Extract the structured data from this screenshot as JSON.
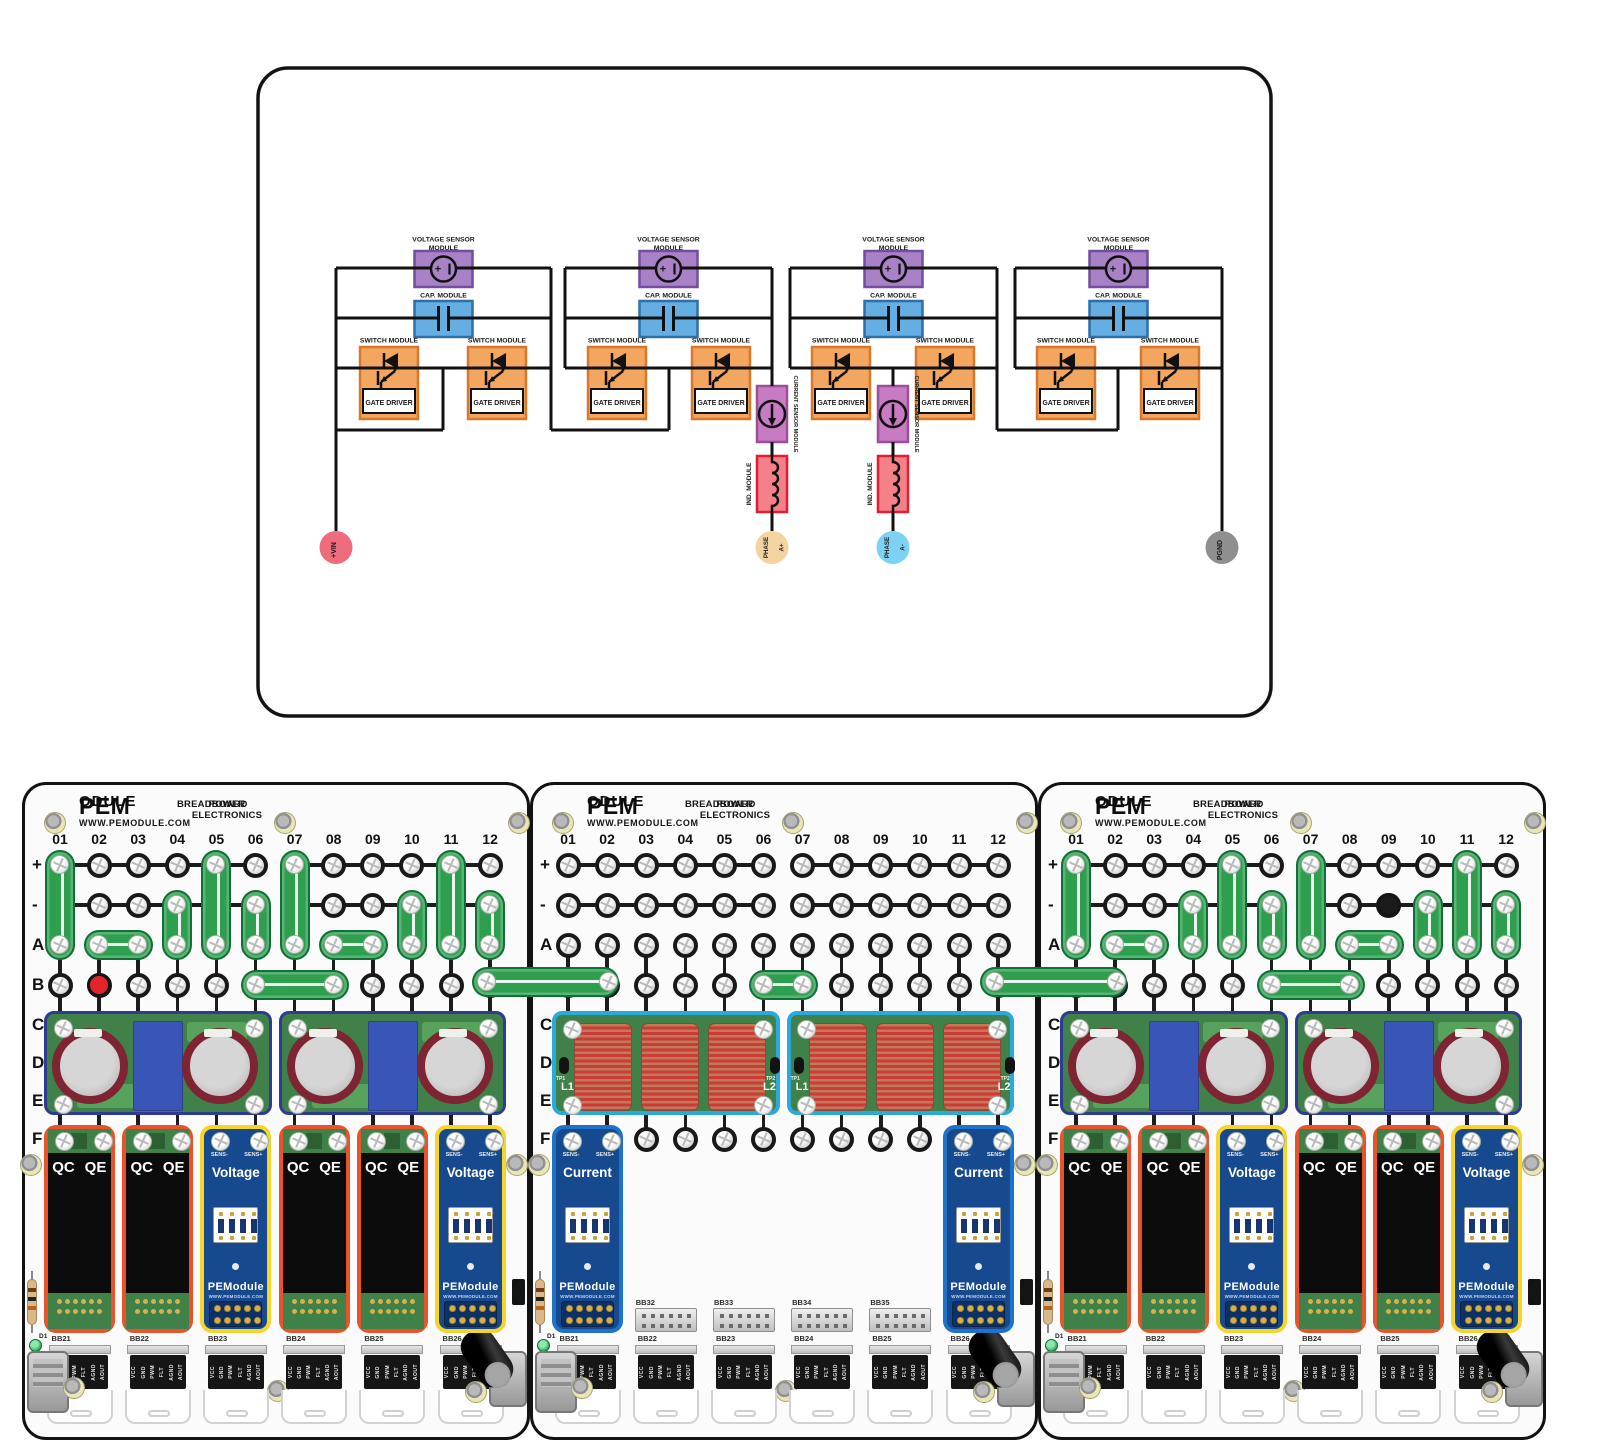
{
  "schematic": {
    "labels": {
      "voltage_sensor_line1": "VOLTAGE SENSOR",
      "voltage_sensor_line2": "MODULE",
      "cap": "CAP. MODULE",
      "switch": "SWITCH MODULE",
      "gate_driver": "GATE DRIVER",
      "current_sensor": "CURRENT SENSOR MODULE",
      "inductor": "IND. MODULE"
    },
    "terminals": [
      {
        "id": "vin",
        "label": "+VIN",
        "color": "#EF6C7C"
      },
      {
        "id": "phase-a-plus",
        "label": "PHASE A+",
        "line1": "PHASE",
        "line2": "A+",
        "color": "#F4D3A3"
      },
      {
        "id": "phase-a-minus",
        "label": "PHASE A-",
        "line1": "PHASE",
        "line2": "A-",
        "color": "#7DD2F3"
      },
      {
        "id": "pgnd",
        "label": "PGND",
        "color": "#8F8F8F"
      }
    ],
    "colors": {
      "voltage_fill": "#A981C6",
      "voltage_stroke": "#6F4F9E",
      "cap_fill": "#64AEE4",
      "cap_stroke": "#2F6FA8",
      "switch_fill": "#F3A660",
      "switch_stroke": "#D8782A",
      "sensor_fill": "#C77BC2",
      "sensor_stroke": "#9C4F98",
      "inductor_fill": "#F4808A",
      "inductor_stroke": "#E31E33",
      "wire": "#111111"
    }
  },
  "breadboard": {
    "header": {
      "logo_main": "PEM",
      "logo_sub": "ODULE",
      "url": "WWW.PEMODULE.COM",
      "heading_line1": "POWER ELECTRONICS",
      "heading_line2": "BREADBOARD"
    },
    "columns": [
      "01",
      "02",
      "03",
      "04",
      "05",
      "06",
      "07",
      "08",
      "09",
      "10",
      "11",
      "12"
    ],
    "rows": [
      "+",
      "-",
      "A",
      "B",
      "C",
      "D",
      "E",
      "F"
    ],
    "module_text": {
      "qc": "QC",
      "qe": "QE",
      "voltage": "Voltage",
      "current": "Current",
      "sens_minus": "SENS-",
      "sens_plus": "SENS+",
      "logo_main": "PEM",
      "logo_sub": "ODULE",
      "url": "WWW.PEMODULE.COM",
      "l1": "L1",
      "l2": "L2",
      "tp1": "TP1",
      "tp2": "TP2"
    },
    "pin_labels": [
      "VCC",
      "GND",
      "PWM",
      "FLT",
      "AGND",
      "AOUT"
    ],
    "diode_label": "D1",
    "colors": {
      "jumper": "#2E9E4F",
      "jumper_border": "#117038"
    },
    "boards": [
      {
        "id": "board-left",
        "bank_type": "cap",
        "f_modules": [
          "switch",
          "switch",
          "voltage",
          "switch",
          "switch",
          "voltage"
        ],
        "jumpers": [
          [
            "+",
            1,
            "A",
            1
          ],
          [
            "A",
            2,
            "A",
            3
          ],
          [
            "-",
            4,
            "A",
            4
          ],
          [
            "+",
            5,
            "A",
            5
          ],
          [
            "-",
            6,
            "A",
            6
          ],
          [
            "+",
            7,
            "A",
            7
          ],
          [
            "A",
            8,
            "A",
            9
          ],
          [
            "-",
            10,
            "A",
            10
          ],
          [
            "+",
            11,
            "A",
            11
          ],
          [
            "-",
            12,
            "A",
            12
          ],
          [
            "B",
            6,
            "B",
            8
          ]
        ],
        "plugs": [
          {
            "row": "B",
            "col": 2,
            "color": "#E3242B"
          }
        ],
        "connector_labels": [
          "BB21",
          "BB22",
          "BB23",
          "BB24",
          "BB25",
          "BB26"
        ],
        "socket_labels": []
      },
      {
        "id": "board-middle",
        "bank_type": "inductor",
        "f_modules": [
          "current",
          null,
          null,
          null,
          null,
          "current"
        ],
        "jumpers": [
          [
            "B",
            6,
            "B",
            7
          ]
        ],
        "plugs": [],
        "connector_labels": [
          "BB21",
          "BB22",
          "BB23",
          "BB24",
          "BB25",
          "BB26"
        ],
        "socket_labels": [
          "BB32",
          "BB33",
          "BB34",
          "BB35"
        ]
      },
      {
        "id": "board-right",
        "bank_type": "cap",
        "f_modules": [
          "switch",
          "switch",
          "voltage",
          "switch",
          "switch",
          "voltage"
        ],
        "jumpers": [
          [
            "+",
            1,
            "A",
            1
          ],
          [
            "A",
            2,
            "A",
            3
          ],
          [
            "-",
            4,
            "A",
            4
          ],
          [
            "+",
            5,
            "A",
            5
          ],
          [
            "-",
            6,
            "A",
            6
          ],
          [
            "+",
            7,
            "A",
            7
          ],
          [
            "A",
            8,
            "A",
            9
          ],
          [
            "-",
            10,
            "A",
            10
          ],
          [
            "+",
            11,
            "A",
            11
          ],
          [
            "-",
            12,
            "A",
            12
          ],
          [
            "B",
            6,
            "B",
            8
          ]
        ],
        "plugs": [
          {
            "row": "-",
            "col": 9,
            "color": "#1b1b1b"
          }
        ],
        "connector_labels": [
          "BB21",
          "BB22",
          "BB23",
          "BB24",
          "BB25",
          "BB26"
        ],
        "socket_labels": []
      }
    ],
    "cross_jumpers": [
      {
        "row": "B",
        "from_board": 0,
        "from_col": 12,
        "to_board": 1,
        "to_col": 2
      },
      {
        "row": "B",
        "from_board": 1,
        "from_col": 12,
        "to_board": 2,
        "to_col": 2
      }
    ]
  }
}
